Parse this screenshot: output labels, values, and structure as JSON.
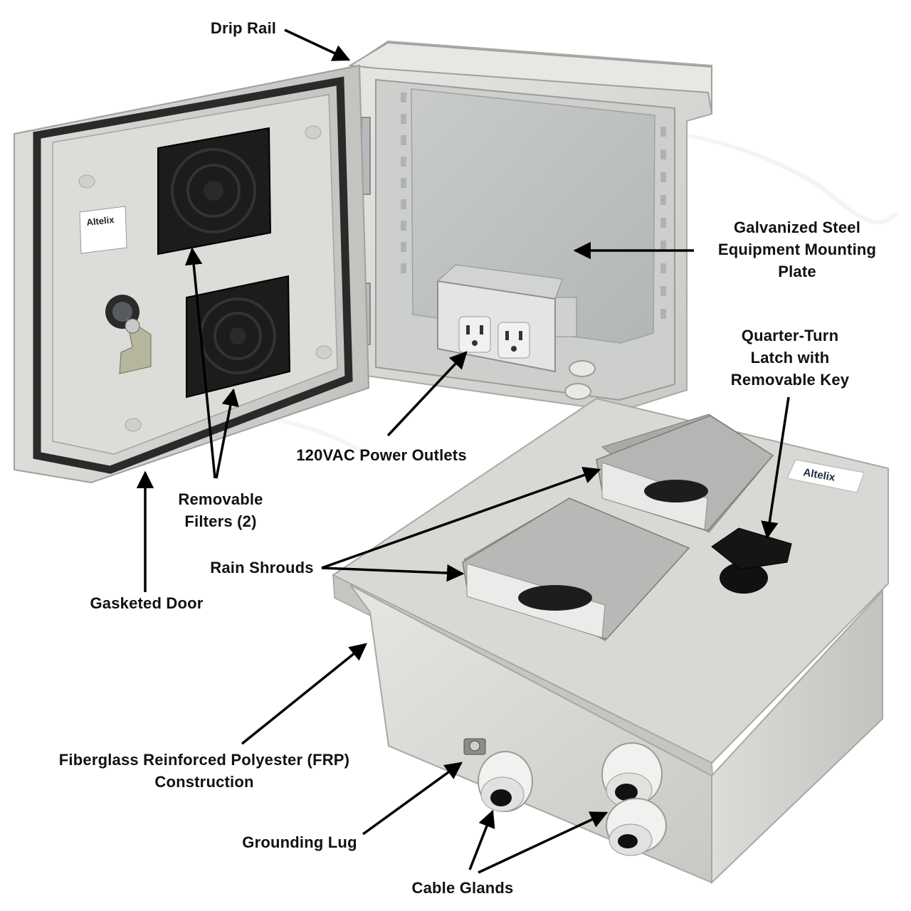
{
  "colors": {
    "enclosure_body": "#d9d9d6",
    "enclosure_shadow": "#b9bab6",
    "mounting_plate": "#c4c6c5",
    "filter_black": "#1a1a1a",
    "gasket": "#2a2a2a",
    "arrow": "#000000",
    "watermark": "#eeeeee",
    "label_text": "#111111"
  },
  "brand": {
    "logo_text": "Altelix"
  },
  "callouts": {
    "drip_rail": {
      "lines": [
        "Drip Rail"
      ]
    },
    "mounting_plate": {
      "lines": [
        "Galvanized Steel",
        "Equipment Mounting",
        "Plate"
      ]
    },
    "latch": {
      "lines": [
        "Quarter-Turn",
        "Latch with",
        "Removable Key"
      ]
    },
    "power_outlets": {
      "lines": [
        "120VAC Power Outlets"
      ]
    },
    "filters": {
      "lines": [
        "Removable",
        "Filters (2)"
      ]
    },
    "rain_shrouds": {
      "lines": [
        "Rain Shrouds"
      ]
    },
    "gasketed_door": {
      "lines": [
        "Gasketed Door"
      ]
    },
    "frp": {
      "lines": [
        "Fiberglass Reinforced Polyester (FRP)",
        "Construction"
      ]
    },
    "grounding_lug": {
      "lines": [
        "Grounding Lug"
      ]
    },
    "cable_glands": {
      "lines": [
        "Cable Glands"
      ]
    }
  }
}
